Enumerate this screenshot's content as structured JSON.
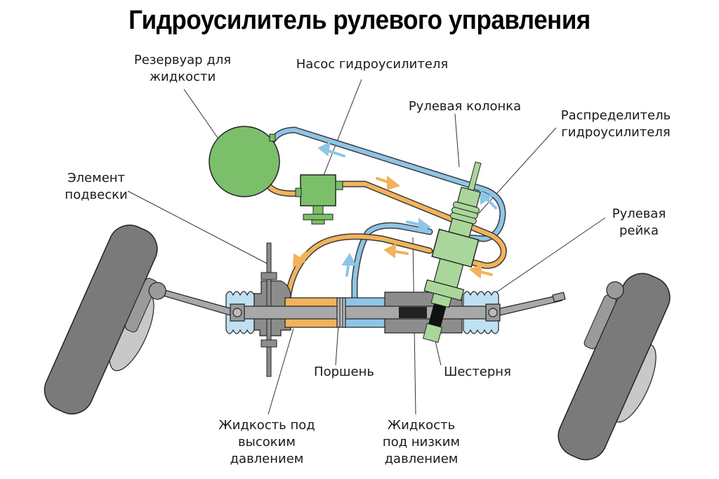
{
  "title": "Гидроусилитель рулевого управления",
  "colors": {
    "component_green": "#7cbf6a",
    "component_green_light": "#a9d69a",
    "high_pressure_line": "#f2b35c",
    "low_pressure_line": "#8ec5e6",
    "metal_gray": "#8c8c8c",
    "tire_gray": "#7a7a7a",
    "outline": "#222222"
  },
  "labels": {
    "reservoir": {
      "line1": "Резервуар для",
      "line2": "жидкости"
    },
    "pump": {
      "line1": "Насос гидроусилителя"
    },
    "steering_column": {
      "line1": "Рулевая колонка"
    },
    "valve": {
      "line1": "Распределитель",
      "line2": "гидроусилителя"
    },
    "suspension": {
      "line1": "Элемент",
      "line2": "подвески"
    },
    "rack": {
      "line1": "Рулевая",
      "line2": "рейка"
    },
    "piston": {
      "line1": "Поршень"
    },
    "pinion": {
      "line1": "Шестерня"
    },
    "high_pressure": {
      "line1": "Жидкость под",
      "line2": "высоким",
      "line3": "давлением"
    },
    "low_pressure": {
      "line1": "Жидкость",
      "line2": "под низким",
      "line3": "давлением"
    }
  }
}
